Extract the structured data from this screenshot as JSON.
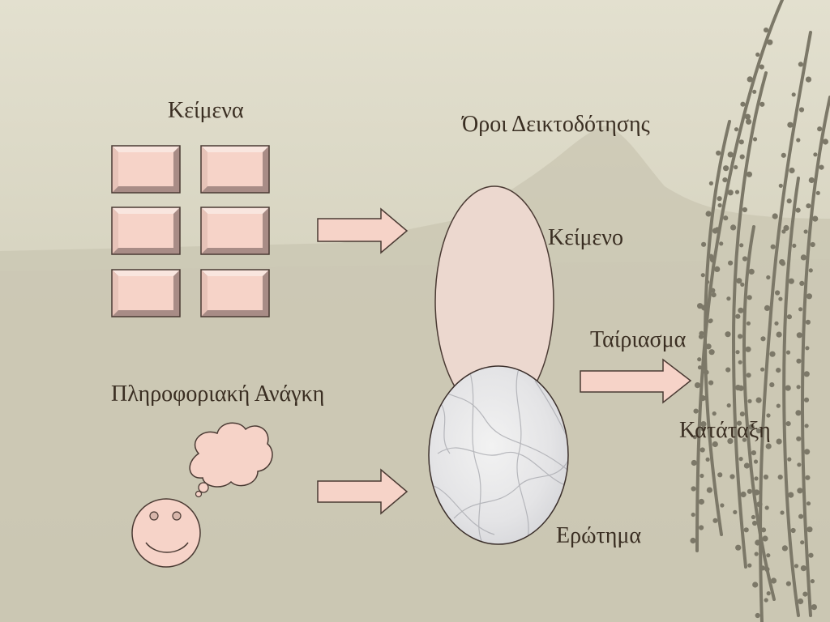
{
  "slide": {
    "documents_label": "Κείμενα",
    "index_terms_label": "Όροι Δεικτοδότησης",
    "text_label": "Κείμενο",
    "matching_label": "Ταίριασμα",
    "ranking_label": "Κατάταξη",
    "information_need_label": "Πληροφοριακή Ανάγκη",
    "query_label": "Ερώτημα"
  },
  "colors": {
    "background": "#dcd8c6",
    "mountain": "#c4c0ac",
    "shape_fill": "#f6d3c8",
    "shape_stroke": "#4a3a33",
    "text": "#3a2e22",
    "branch": "#7c7868"
  },
  "icons": {
    "person": "smiley-face-icon",
    "thought": "thought-bubble-icon",
    "document": "document-tile-icon",
    "arrow": "right-arrow-icon"
  }
}
